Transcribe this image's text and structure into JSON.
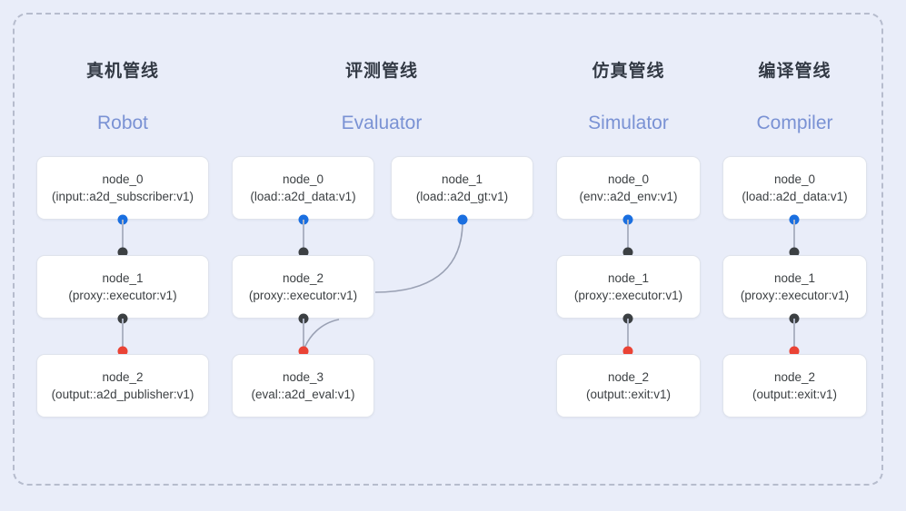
{
  "diagram": {
    "frame": {
      "style": "dashed-rounded-container",
      "border_color": "#b6bccd",
      "background": "#e9edf9"
    },
    "accent_blue": "#7a92d4",
    "port_colors": {
      "output_blue": "#1a6fe0",
      "link_black": "#3c4043",
      "terminal_red": "#ea4335"
    },
    "columns": [
      {
        "id": "robot",
        "title_cn": "真机管线",
        "title_en": "Robot",
        "nodes": [
          {
            "name": "node_0",
            "type": "(input::a2d_subscriber:v1)"
          },
          {
            "name": "node_1",
            "type": "(proxy::executor:v1)"
          },
          {
            "name": "node_2",
            "type": "(output::a2d_publisher:v1)"
          }
        ]
      },
      {
        "id": "evaluator",
        "title_cn": "评测管线",
        "title_en": "Evaluator",
        "nodes": [
          {
            "name": "node_0",
            "type": "(load::a2d_data:v1)"
          },
          {
            "name": "node_1",
            "type": "(load::a2d_gt:v1)"
          },
          {
            "name": "node_2",
            "type": "(proxy::executor:v1)"
          },
          {
            "name": "node_3",
            "type": "(eval::a2d_eval:v1)"
          }
        ]
      },
      {
        "id": "simulator",
        "title_cn": "仿真管线",
        "title_en": "Simulator",
        "nodes": [
          {
            "name": "node_0",
            "type": "(env::a2d_env:v1)"
          },
          {
            "name": "node_1",
            "type": "(proxy::executor:v1)"
          },
          {
            "name": "node_2",
            "type": "(output::exit:v1)"
          }
        ]
      },
      {
        "id": "compiler",
        "title_cn": "编译管线",
        "title_en": "Compiler",
        "nodes": [
          {
            "name": "node_0",
            "type": "(load::a2d_data:v1)"
          },
          {
            "name": "node_1",
            "type": "(proxy::executor:v1)"
          },
          {
            "name": "node_2",
            "type": "(output::exit:v1)"
          }
        ]
      }
    ]
  }
}
